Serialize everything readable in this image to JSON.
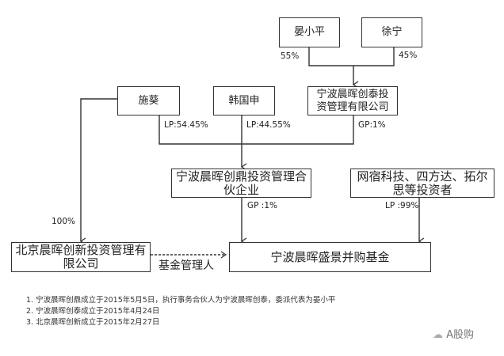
{
  "nodes": {
    "yan_xiaoping": "晏小平",
    "xu_ning": "徐宁",
    "chuangtai": "宁波晨晖创泰投资管理有限公司",
    "shi_kui": "施葵",
    "han_guoshen": "韩国申",
    "chuangding": "宁波晨晖创鼎投资管理合伙企业",
    "investors": "网宿科技、四方达、拓尔思等投资者",
    "beijing": "北京晨晖创新投资管理有限公司",
    "fund": "宁波晨晖盛景并购基金"
  },
  "edges": {
    "yan_pct": "55%",
    "xu_pct": "45%",
    "shi_lp": "LP:54.45%",
    "han_lp": "LP:44.55%",
    "chuangtai_gp": "GP:1%",
    "chuangding_gp": "GP :1%",
    "investors_lp": "LP :99%",
    "shi_beijing": "100%",
    "manager": "基金管理人"
  },
  "notes": [
    "1. 宁波晨晖创鼎成立于2015年5月5日，执行事务合伙人为宁波晨晖创泰，委派代表为晏小平",
    "2. 宁波晨晖创泰成立于2015年4月24日",
    "3. 北京晨晖创新成立于2015年2月27日"
  ],
  "watermark": "A股购"
}
